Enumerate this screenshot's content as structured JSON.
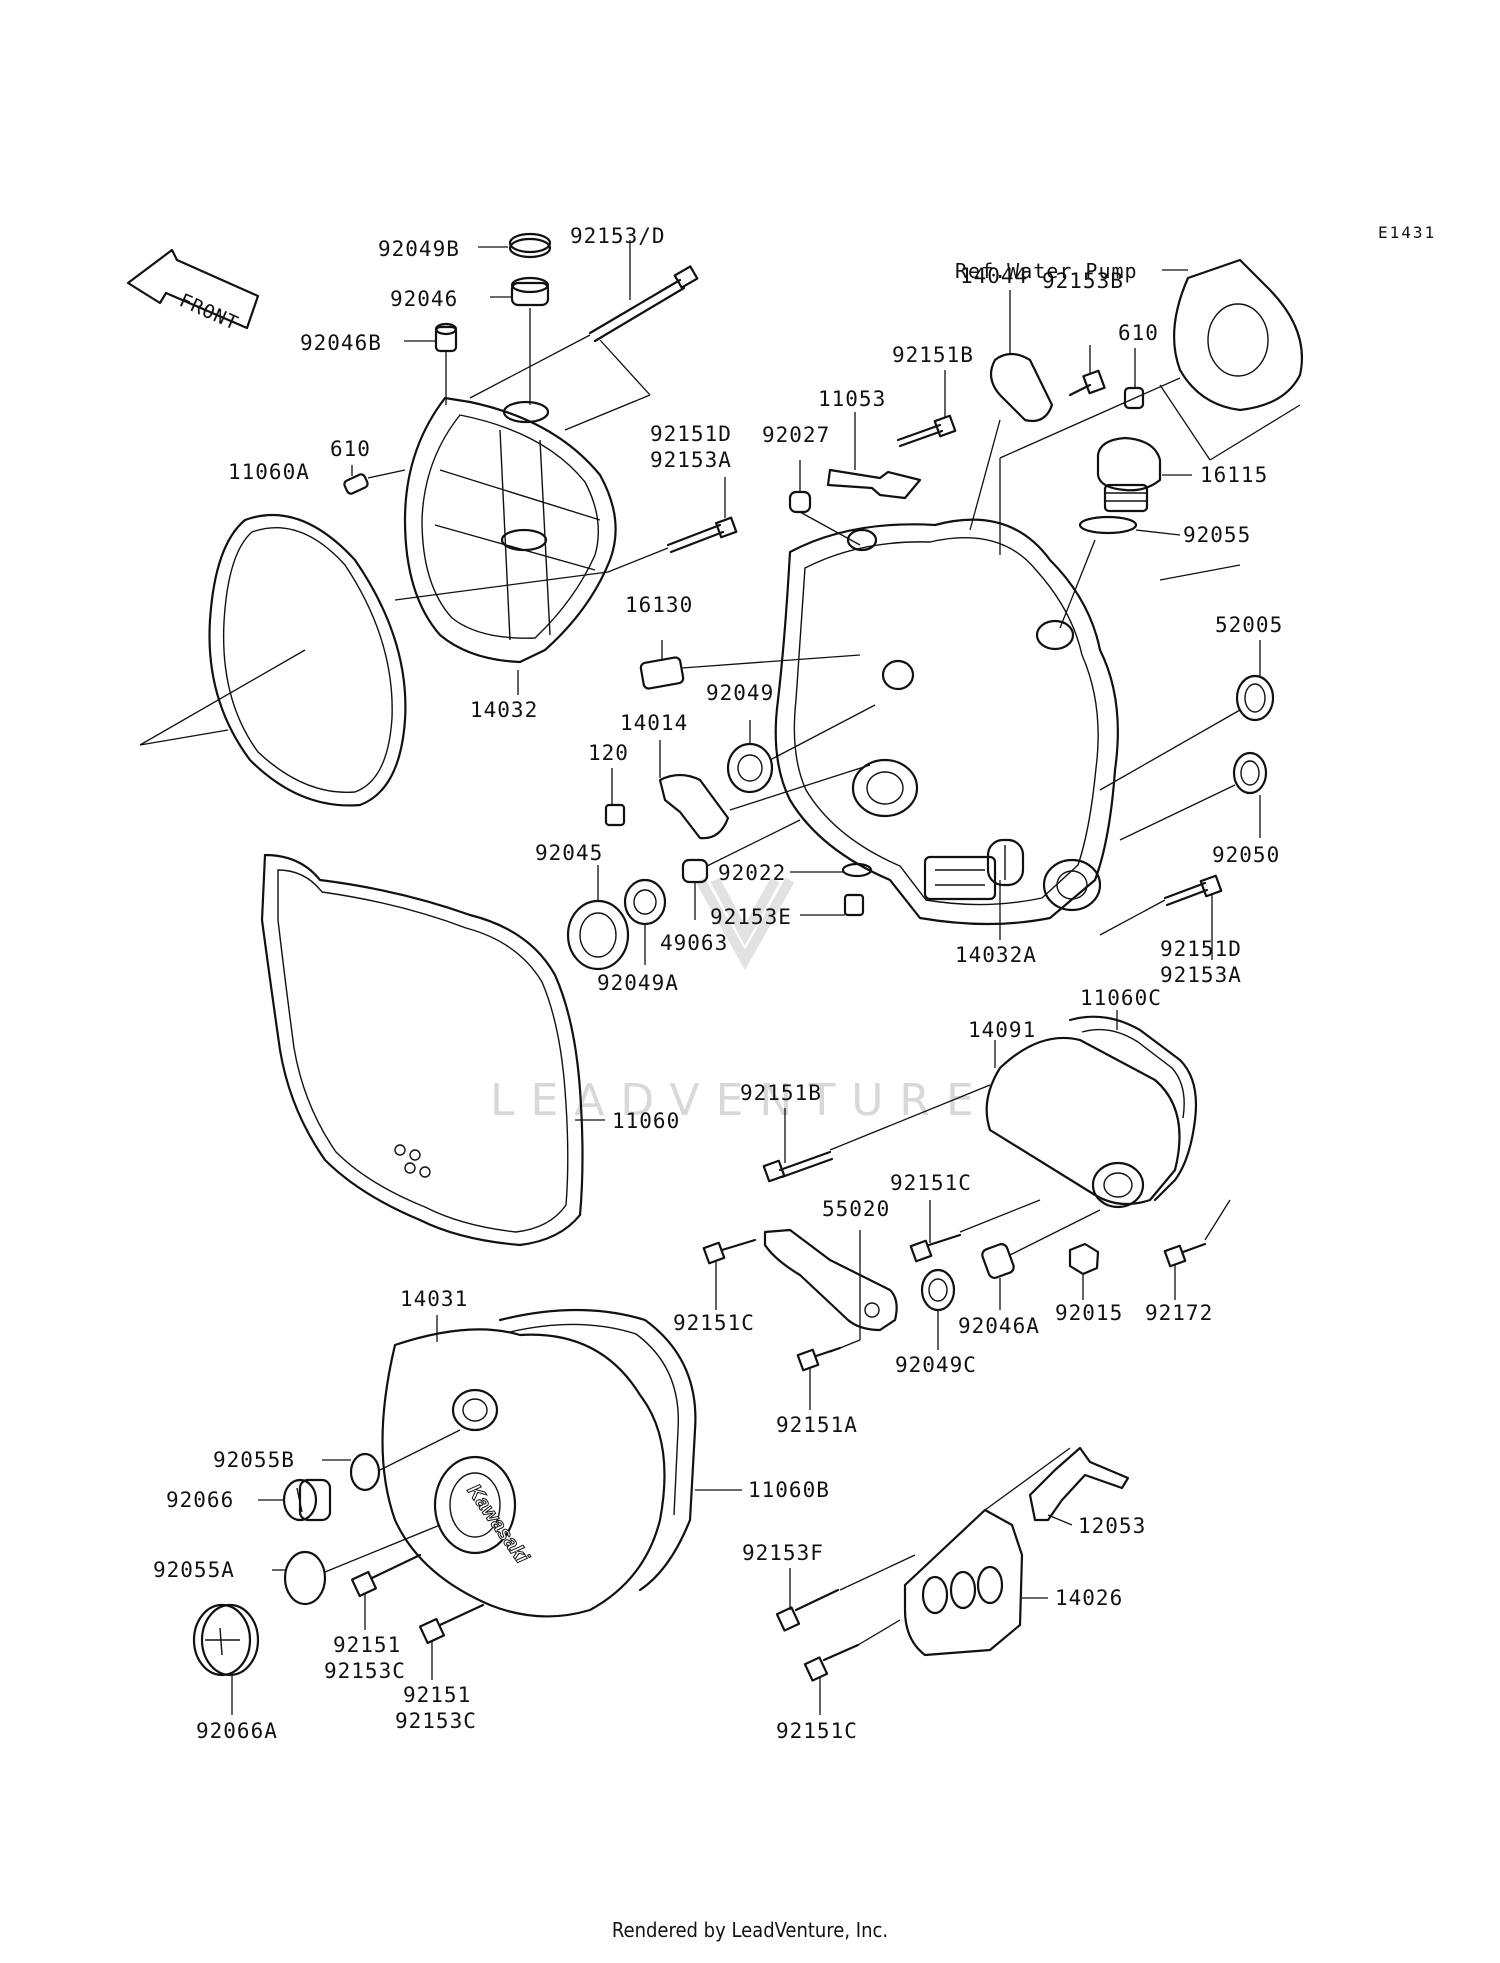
{
  "diagram_code": "E1431",
  "footer": "Rendered by LeadVenture, Inc.",
  "watermark": "LEADVENTURE",
  "front_arrow_label": "FRONT",
  "reference_note": "Ref.Water Pump",
  "labels": {
    "p92049B": "92049B",
    "p92153D": "92153/D",
    "p92046": "92046",
    "p92046B": "92046B",
    "p610a": "610",
    "p11060A": "11060A",
    "p14032": "14032",
    "p14044": "14044",
    "p92153B": "92153B",
    "p610b": "610",
    "p92151Ba": "92151B",
    "p11053": "11053",
    "p92027": "92027",
    "p92151Da": "92151D",
    "p92153Aa": "92153A",
    "p16115": "16115",
    "p92055": "92055",
    "p52005": "52005",
    "p16130": "16130",
    "p92049": "92049",
    "p14014": "14014",
    "p120": "120",
    "p92050": "92050",
    "p92045": "92045",
    "p92022": "92022",
    "p92153E": "92153E",
    "p49063": "49063",
    "p92049A": "92049A",
    "p14032A": "14032A",
    "p92151Db": "92151D",
    "p92153Ab": "92153A",
    "p14091": "14091",
    "p11060C": "11060C",
    "p11060": "11060",
    "p92151Bb": "92151B",
    "p92151Ca": "92151C",
    "p55020": "55020",
    "p92151Cb": "92151C",
    "p92046A": "92046A",
    "p92015": "92015",
    "p92172": "92172",
    "p14031": "14031",
    "p92049C": "92049C",
    "p92151A": "92151A",
    "p92055B": "92055B",
    "p11060B": "11060B",
    "p92066": "92066",
    "p12053": "12053",
    "p92055A": "92055A",
    "p92153F": "92153F",
    "p14026": "14026",
    "p92151a": "92151",
    "p92153Ca": "92153C",
    "p92151b": "92151",
    "p92153Cb": "92153C",
    "p92066A": "92066A",
    "p92151Cc": "92151C"
  }
}
